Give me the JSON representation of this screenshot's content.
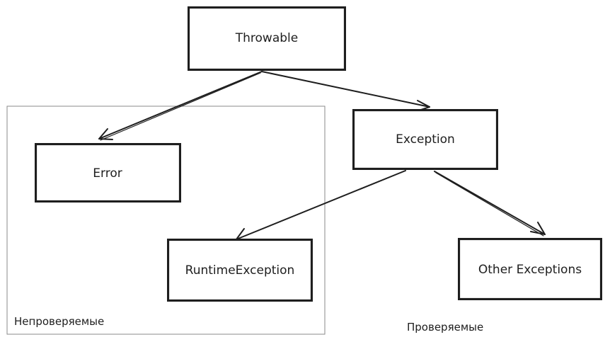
{
  "diagram": {
    "nodes": {
      "throwable": "Throwable",
      "error": "Error",
      "exception": "Exception",
      "runtime_exception": "RuntimeException",
      "other_exceptions": "Other Exceptions"
    },
    "groups": {
      "unchecked": "Непроверяемые",
      "checked": "Проверяемые"
    }
  }
}
